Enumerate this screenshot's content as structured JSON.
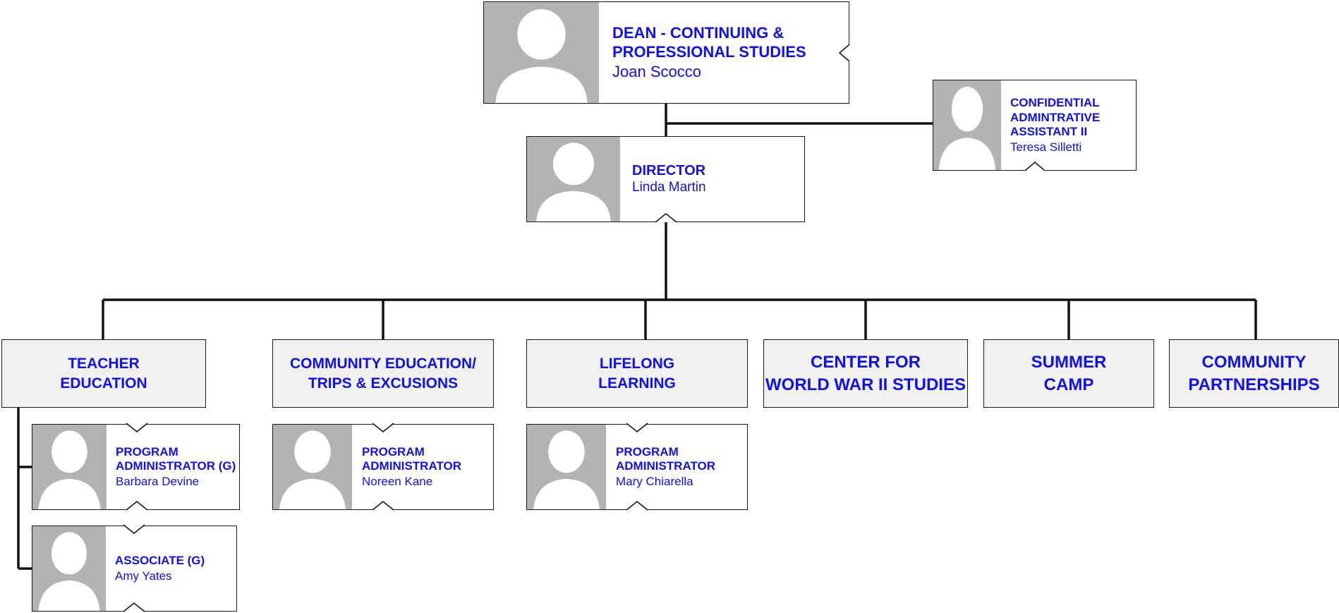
{
  "colors": {
    "text": "#1010e8",
    "photo_bg": "#b3b3b3",
    "dept_bg": "#f1f1f1",
    "line": "#111111"
  },
  "dean": {
    "title_line1": "DEAN - CONTINUING &",
    "title_line2": "PROFESSIONAL STUDIES",
    "name": "Joan Scocco"
  },
  "assistant": {
    "title_line1": "CONFIDENTIAL",
    "title_line2": "ADMINTRATIVE",
    "title_line3": "ASSISTANT II",
    "name": "Teresa Silletti"
  },
  "director": {
    "title": "DIRECTOR",
    "name": "Linda Martin"
  },
  "departments": {
    "teacher_education": "TEACHER\nEDUCATION",
    "community_education": "COMMUNITY EDUCATION/\nTRIPS & EXCUSIONS",
    "lifelong_learning": "LIFELONG\nLEARNING",
    "world_war": "CENTER FOR\nWORLD WAR II STUDIES",
    "summer_camp": "SUMMER\nCAMP",
    "community_partnerships": "COMMUNITY\nPARTNERSHIPS"
  },
  "staff": {
    "barbara": {
      "title_line1": "PROGRAM",
      "title_line2": "ADMINISTRATOR (G)",
      "name": "Barbara Devine"
    },
    "amy": {
      "title": "ASSOCIATE (G)",
      "name": "Amy Yates"
    },
    "noreen": {
      "title_line1": "PROGRAM",
      "title_line2": "ADMINISTRATOR",
      "name": "Noreen Kane"
    },
    "mary": {
      "title_line1": "PROGRAM",
      "title_line2": "ADMINISTRATOR",
      "name": "Mary Chiarella"
    }
  }
}
